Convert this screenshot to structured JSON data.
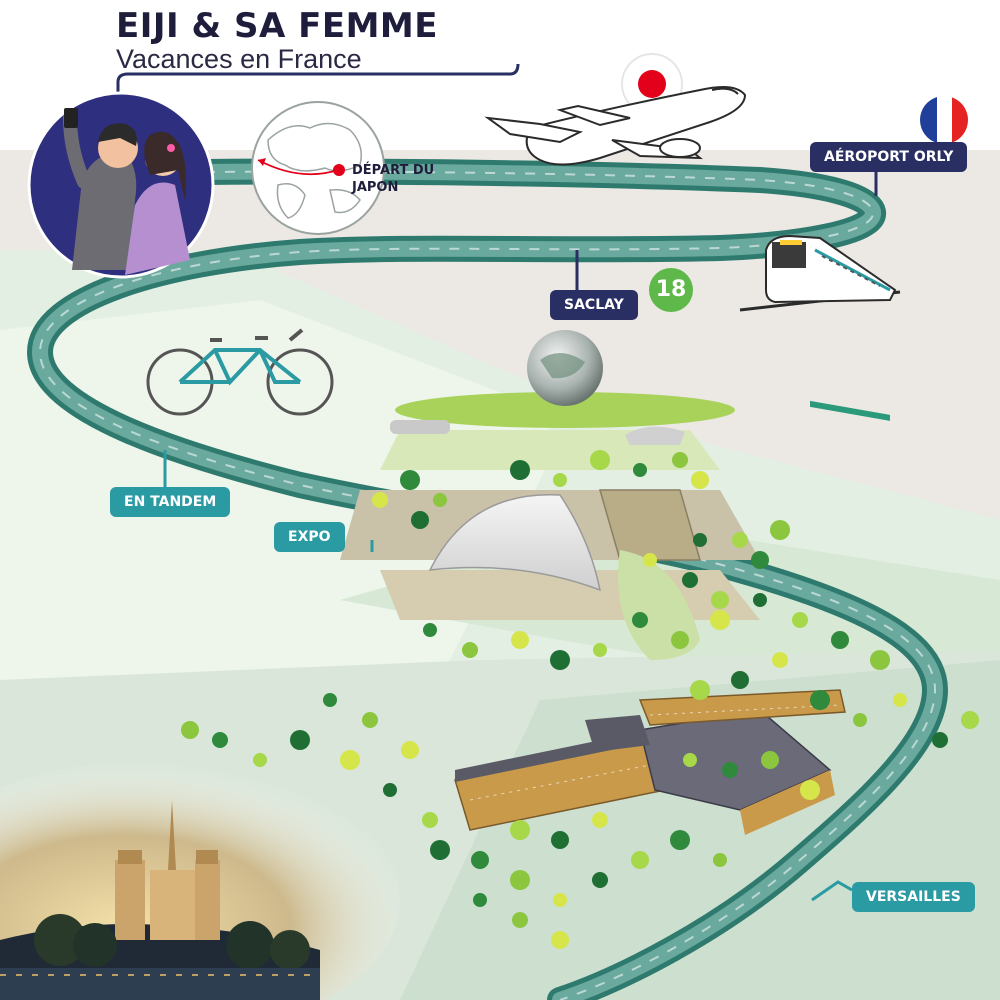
{
  "header": {
    "title": "EIJI & SA FEMME",
    "subtitle": "Vacances en France"
  },
  "stops": {
    "depart": "DÉPART DU JAPON",
    "orly": "AÉROPORT ORLY",
    "saclay": "SACLAY",
    "metro_line": "18",
    "tandem": "EN TANDEM",
    "expo": "EXPO",
    "versailles": "VERSAILLES"
  },
  "icons": {
    "japan_flag": "japan-flag-icon",
    "france_flag": "france-flag-icon",
    "airplane": "airplane-icon",
    "train": "train-icon",
    "bicycle": "tandem-bicycle-icon",
    "globe": "world-globe-icon"
  },
  "colors": {
    "route": "#4d9a8f",
    "route_dark": "#2f7a6e",
    "navy_label": "#2a2f63",
    "teal_label": "#2a9aa3",
    "metro_green": "#5fb84a",
    "japan_red": "#e3001b",
    "france_blue": "#1f3f9a",
    "france_red": "#e52322"
  }
}
